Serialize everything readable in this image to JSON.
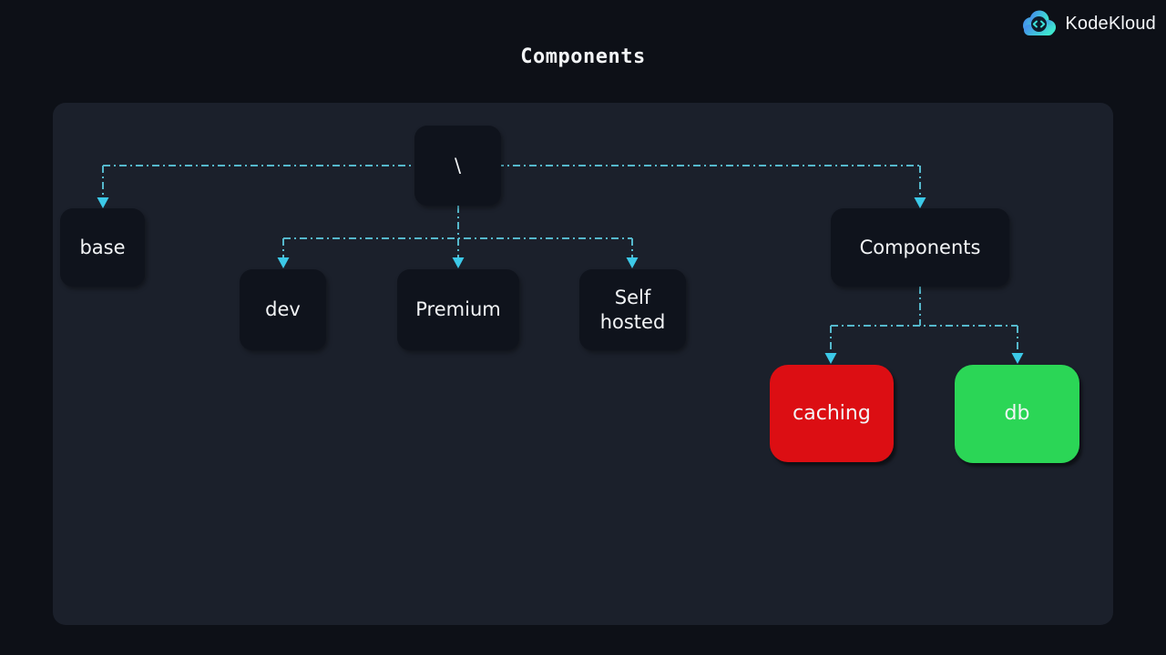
{
  "slide": {
    "title": "Components"
  },
  "logo": {
    "text": "KodeKloud",
    "icon": "kodekloud-cloud-code-icon",
    "icon_gradient_start": "#4583f0",
    "icon_gradient_end": "#3ee6cf",
    "icon_core_color": "#0e1b2b",
    "icon_brackets_color": "#3be0d8"
  },
  "theme": {
    "page-bg": "#0d1017",
    "panel-bg": "#1b202b",
    "line": "#55b8cc",
    "arrow": "#3cc9e8",
    "node-text": "#f3f5f7"
  },
  "diagram": {
    "connector_style": "dash-dot",
    "connector_color": "#55b8cc",
    "arrow_color": "#3cc9e8",
    "node_default_bg": "#0f131c",
    "nodes": {
      "root": {
        "label": "\\",
        "color": "#0f131c"
      },
      "base": {
        "label": "base",
        "color": "#0f131c"
      },
      "dev": {
        "label": "dev",
        "color": "#0f131c"
      },
      "premium": {
        "label": "Premium",
        "color": "#0f131c"
      },
      "self_hosted": {
        "label": "Self hosted",
        "color": "#0f131c"
      },
      "components": {
        "label": "Components",
        "color": "#0f131c"
      },
      "caching": {
        "label": "caching",
        "color": "#dc0e13"
      },
      "db": {
        "label": "db",
        "color": "#2bd656"
      }
    },
    "edges": [
      {
        "from": "root",
        "to": "base"
      },
      {
        "from": "root",
        "to": "dev"
      },
      {
        "from": "root",
        "to": "premium"
      },
      {
        "from": "root",
        "to": "self_hosted"
      },
      {
        "from": "root",
        "to": "components"
      },
      {
        "from": "components",
        "to": "caching"
      },
      {
        "from": "components",
        "to": "db"
      }
    ]
  }
}
